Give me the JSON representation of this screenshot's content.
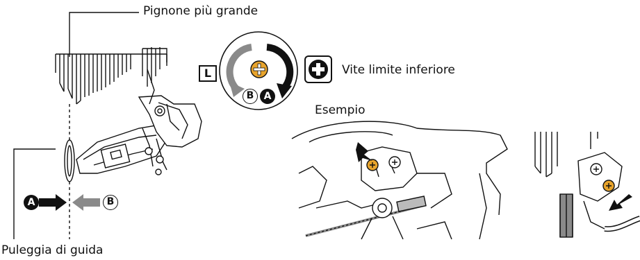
{
  "labels": {
    "largest_sprocket": "Pignone più grande",
    "guide_pulley": "Puleggia di guida",
    "low_limit_screw": "Vite limite inferiore",
    "example": "Esempio",
    "L_box": "L"
  },
  "markers": {
    "A": "A",
    "B": "B"
  },
  "icons": {
    "plus": "plus-icon",
    "screw": "screw-icon",
    "rotate_cw": "clockwise-arrow-icon",
    "rotate_ccw": "counterclockwise-arrow-icon"
  },
  "colors": {
    "ink": "#111111",
    "gray_arrow": "#8a8a8a",
    "screw_fill": "#e8a42c"
  }
}
